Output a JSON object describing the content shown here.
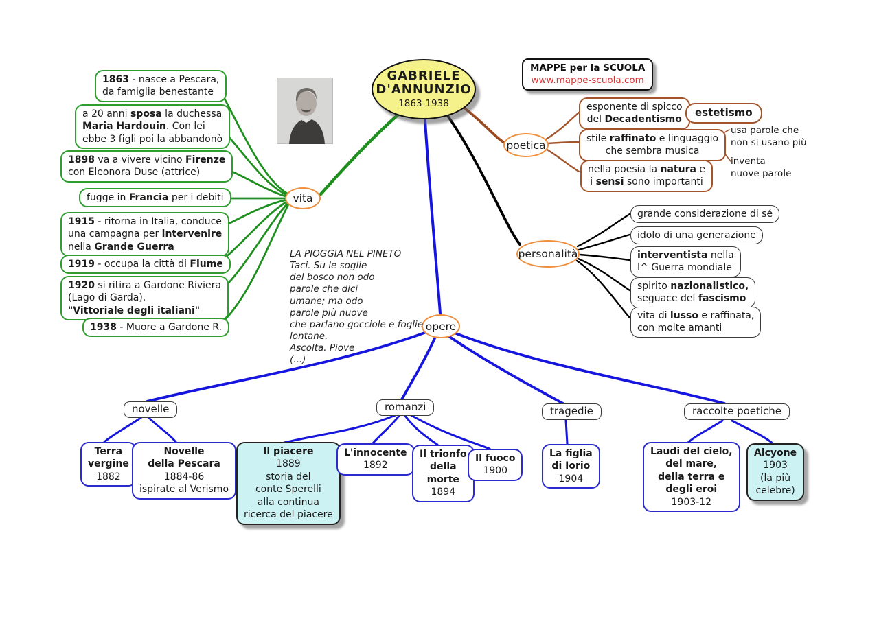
{
  "title": {
    "line1": "GABRIELE",
    "line2": "D'ANNUNZIO",
    "years": "1863-1938"
  },
  "logo": {
    "line1": "MAPPE per la SCUOLA",
    "line2": "www.mappe-scuola.com"
  },
  "colors": {
    "vita_branch": "#1f8f1f",
    "opere_branch": "#1515dd",
    "personalita_branch": "#000000",
    "poetica_branch": "#9c4a20",
    "node_border": "#ef8e3c",
    "title_fill": "#f6f28b",
    "highlight_fill": "#cdf2f4",
    "logo_url_red": "#d23434"
  },
  "nodes": {
    "vita": "vita",
    "poetica": "poetica",
    "personalita": "personalità",
    "opere": "opere"
  },
  "vita": {
    "items": [
      {
        "segments": [
          {
            "t": "1863",
            "b": true
          },
          {
            "t": " - nasce a Pescara,\nda famiglia benestante"
          }
        ]
      },
      {
        "segments": [
          {
            "t": "a 20 anni "
          },
          {
            "t": "sposa",
            "b": true
          },
          {
            "t": " la duchessa\n"
          },
          {
            "t": "Maria Hardouin",
            "b": true
          },
          {
            "t": ". Con lei\nebbe 3 figli poi la abbandonò"
          }
        ]
      },
      {
        "segments": [
          {
            "t": "1898",
            "b": true
          },
          {
            "t": " va a vivere vicino "
          },
          {
            "t": "Firenze",
            "b": true
          },
          {
            "t": "\ncon Eleonora Duse (attrice)"
          }
        ]
      },
      {
        "segments": [
          {
            "t": "fugge in "
          },
          {
            "t": "Francia",
            "b": true
          },
          {
            "t": " per i debiti"
          }
        ]
      },
      {
        "segments": [
          {
            "t": "1915",
            "b": true
          },
          {
            "t": " - ritorna in Italia, conduce\nuna campagna per "
          },
          {
            "t": "intervenire",
            "b": true
          },
          {
            "t": "\nnella "
          },
          {
            "t": "Grande Guerra",
            "b": true
          }
        ]
      },
      {
        "segments": [
          {
            "t": "1919",
            "b": true
          },
          {
            "t": " - occupa la città di "
          },
          {
            "t": "Fiume",
            "b": true
          }
        ]
      },
      {
        "segments": [
          {
            "t": "1920",
            "b": true
          },
          {
            "t": " si ritira a Gardone Riviera\n(Lago di Garda).\n"
          },
          {
            "t": "\"Vittoriale degli italiani\"",
            "b": true
          }
        ]
      },
      {
        "segments": [
          {
            "t": "1938",
            "b": true
          },
          {
            "t": " - Muore a Gardone R."
          }
        ]
      }
    ]
  },
  "poetica": {
    "boxes": [
      {
        "segments": [
          {
            "t": "esponente di spicco\ndel "
          },
          {
            "t": "Decadentismo",
            "b": true
          }
        ]
      },
      {
        "segments": [
          {
            "t": "stile "
          },
          {
            "t": "raffinato",
            "b": true
          },
          {
            "t": " e linguaggio\nche sembra musica"
          }
        ]
      },
      {
        "segments": [
          {
            "t": "nella poesia la "
          },
          {
            "t": "natura",
            "b": true
          },
          {
            "t": " e\ni "
          },
          {
            "t": "sensi",
            "b": true
          },
          {
            "t": " sono importanti"
          }
        ]
      }
    ],
    "estetismo": "estetismo",
    "notes": [
      "usa parole che\nnon si usano più",
      "inventa\nnuove parole"
    ]
  },
  "personalita": {
    "boxes": [
      {
        "segments": [
          {
            "t": "grande considerazione di sé"
          }
        ]
      },
      {
        "segments": [
          {
            "t": "idolo di una generazione"
          }
        ]
      },
      {
        "segments": [
          {
            "t": "interventista",
            "b": true
          },
          {
            "t": " nella\nI^ Guerra mondiale"
          }
        ]
      },
      {
        "segments": [
          {
            "t": "spirito "
          },
          {
            "t": "nazionalistico,",
            "b": true
          },
          {
            "t": "\nseguace del "
          },
          {
            "t": "fascismo",
            "b": true
          }
        ]
      },
      {
        "segments": [
          {
            "t": "vita di "
          },
          {
            "t": "lusso",
            "b": true
          },
          {
            "t": " e raffinata,\ncon molte amanti"
          }
        ]
      }
    ]
  },
  "poem": {
    "text": "LA PIOGGIA NEL PINETO\nTaci. Su le soglie\ndel bosco non odo\nparole che dici\numane; ma odo\nparole più nuove\nche parlano gocciole e foglie\nlontane.\nAscolta. Piove\n(...)"
  },
  "opere": {
    "categories": {
      "novelle": "novelle",
      "romanzi": "romanzi",
      "tragedie": "tragedie",
      "raccolte": "raccolte poetiche"
    },
    "works": {
      "terra_vergine": {
        "segments": [
          {
            "t": "Terra\nvergine",
            "b": true
          },
          {
            "t": "\n1882"
          }
        ]
      },
      "novelle_pescara": {
        "segments": [
          {
            "t": "Novelle\ndella Pescara",
            "b": true
          },
          {
            "t": "\n1884-86\nispirate al Verismo"
          }
        ]
      },
      "il_piacere": {
        "segments": [
          {
            "t": "Il piacere",
            "b": true
          },
          {
            "t": "\n1889\nstoria del\nconte Sperelli\nalla continua\nricerca del piacere"
          }
        ]
      },
      "l_innocente": {
        "segments": [
          {
            "t": "L'innocente",
            "b": true
          },
          {
            "t": "\n1892"
          }
        ]
      },
      "trionfo_morte": {
        "segments": [
          {
            "t": "Il trionfo\ndella\nmorte",
            "b": true
          },
          {
            "t": "\n1894"
          }
        ]
      },
      "il_fuoco": {
        "segments": [
          {
            "t": "Il fuoco",
            "b": true
          },
          {
            "t": "\n1900"
          }
        ]
      },
      "figlia_iorio": {
        "segments": [
          {
            "t": "La figlia\ndi Iorio",
            "b": true
          },
          {
            "t": "\n1904"
          }
        ]
      },
      "laudi": {
        "segments": [
          {
            "t": "Laudi del cielo,\ndel mare,\ndella terra e\ndegli eroi",
            "b": true
          },
          {
            "t": "\n1903-12"
          }
        ]
      },
      "alcyone": {
        "segments": [
          {
            "t": "Alcyone",
            "b": true
          },
          {
            "t": "\n1903\n(la più\ncelebre)"
          }
        ]
      }
    }
  }
}
